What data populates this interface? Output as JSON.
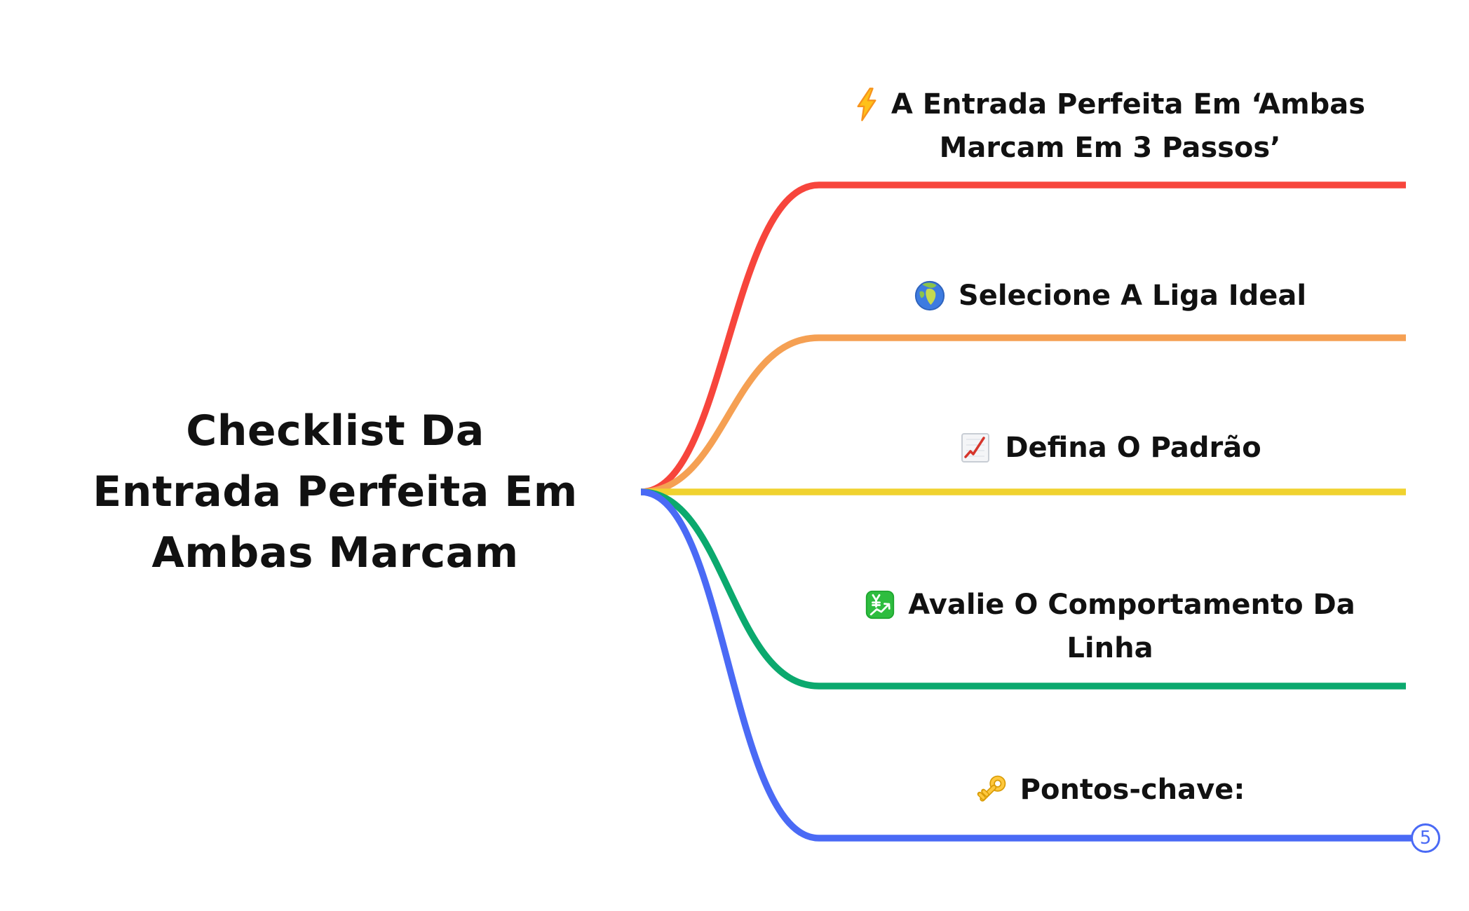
{
  "canvas": {
    "background": "#FFFFFF",
    "text_color": "#111111"
  },
  "central_topic": {
    "title_lines": [
      "Checklist Da",
      "Entrada Perfeita Em",
      "Ambas Marcam"
    ],
    "full_title": "Checklist Da Entrada Perfeita Em Ambas Marcam"
  },
  "branches": [
    {
      "icon": "lightning-icon",
      "label_line1": "A Entrada Perfeita Em ‘Ambas",
      "label_line2": "Marcam Em 3 Passos’",
      "color": "#F7453C"
    },
    {
      "icon": "globe-icon",
      "label_line1": "Selecione A Liga Ideal",
      "label_line2": "",
      "color": "#F5A053"
    },
    {
      "icon": "chart-increasing-icon",
      "label_line1": "Defina O Padrão",
      "label_line2": "",
      "color": "#F0D22F"
    },
    {
      "icon": "chart-yen-icon",
      "label_line1": "Avalie O Comportamento Da",
      "label_line2": "Linha",
      "color": "#0BA96E"
    },
    {
      "icon": "key-icon",
      "label_line1": "Pontos-chave:",
      "label_line2": "",
      "color": "#4A6AF5"
    }
  ],
  "collapsed_badge": {
    "count": "5",
    "color": "#4A6AF5"
  }
}
